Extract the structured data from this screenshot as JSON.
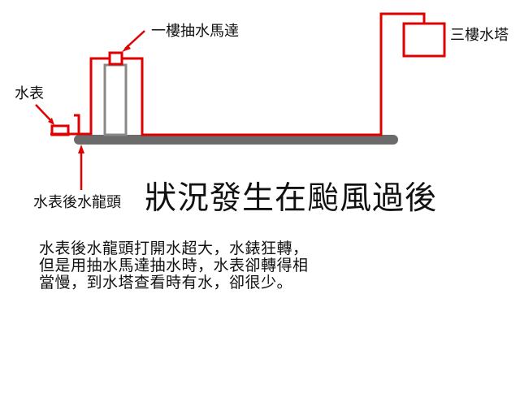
{
  "labels": {
    "motor": "一樓抽水馬達",
    "meter": "水表",
    "tower": "三樓水塔",
    "faucet": "水表後水龍頭"
  },
  "title": "狀況發生在颱風過後",
  "description": [
    "水表後水龍頭打開水超大，水錶狂轉，",
    "但是用抽水馬達抽水時，水表卻轉得相",
    "當慢，到水塔查看時有水，卻很少。"
  ],
  "colors": {
    "pipe": "#e00000",
    "main_pipe": "#6b6b6b",
    "tank_body": "#888888",
    "arrow": "#e00000",
    "text": "#111111"
  }
}
